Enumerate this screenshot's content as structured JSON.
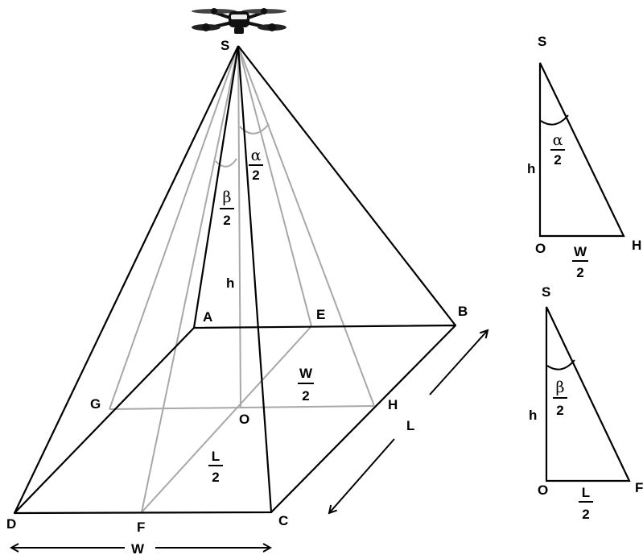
{
  "diagram": {
    "pyramid": {
      "apex": "S",
      "corners": [
        "A",
        "B",
        "C",
        "D"
      ],
      "midpoints": [
        "E",
        "F",
        "G",
        "H"
      ],
      "center": "O",
      "height_label": "h",
      "half_width": {
        "num": "W",
        "den": "2"
      },
      "half_length": {
        "num": "L",
        "den": "2"
      },
      "half_alpha": {
        "num": "α",
        "den": "2"
      },
      "half_beta": {
        "num": "β",
        "den": "2"
      },
      "width_label": "W",
      "length_label": "L"
    },
    "triangle_alpha": {
      "top": "S",
      "bottom_left": "O",
      "bottom_right": "H",
      "side": "h",
      "angle": {
        "num": "α",
        "den": "2"
      },
      "base": {
        "num": "W",
        "den": "2"
      }
    },
    "triangle_beta": {
      "top": "S",
      "bottom_left": "O",
      "bottom_right": "F",
      "side": "h",
      "angle": {
        "num": "β",
        "den": "2"
      },
      "base": {
        "num": "L",
        "den": "2"
      }
    }
  },
  "colors": {
    "ink": "#000000",
    "construction": "#a8a8a8"
  },
  "icons": [
    "drone-icon"
  ]
}
